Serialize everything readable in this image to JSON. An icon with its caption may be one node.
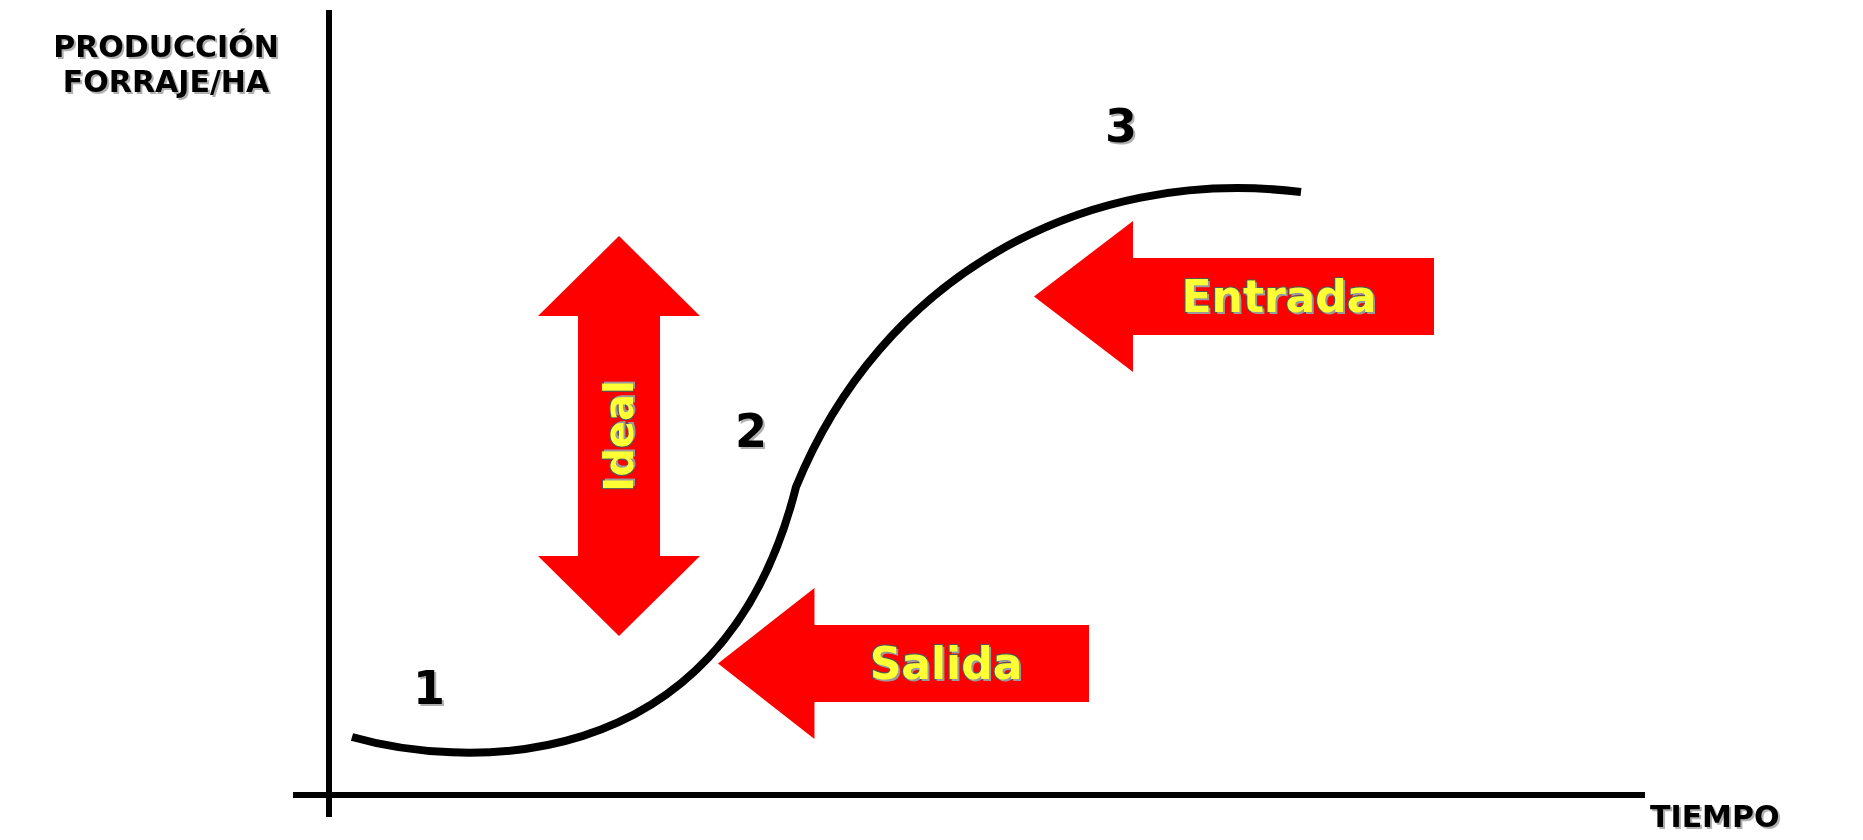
{
  "diagram": {
    "nodes": [
      {
        "text": [
          "Ideal"
        ]
      },
      {
        "text": [
          "Entrada"
        ]
      },
      {
        "text": [
          "Salida"
        ]
      }
    ],
    "labels": [
      "PRODUCCIÓN FORRAJE/HA",
      "3",
      "2",
      "1",
      "TIEMPO"
    ]
  }
}
